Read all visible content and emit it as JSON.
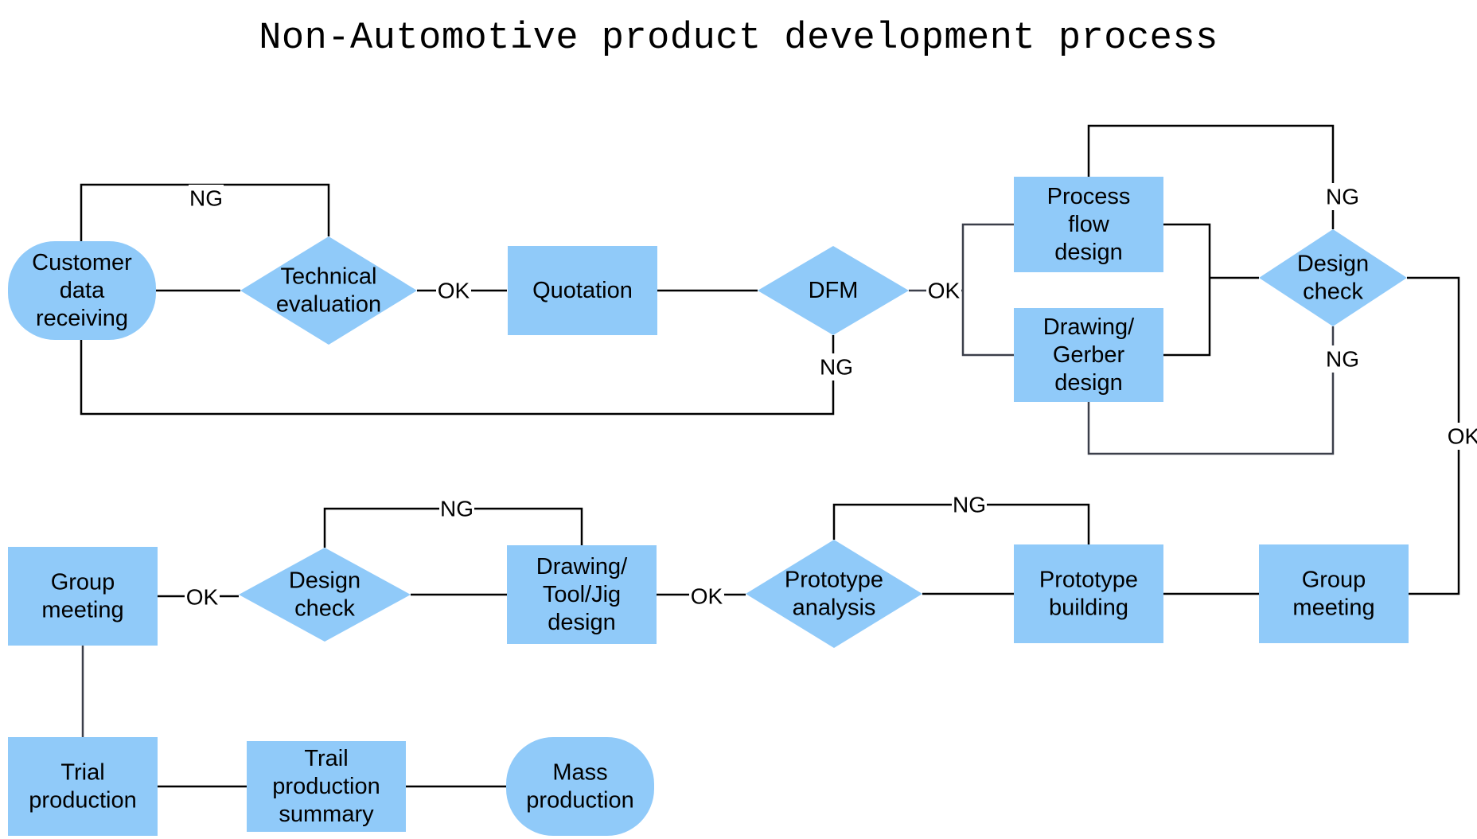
{
  "title": "Non-Automotive product development process",
  "colors": {
    "node_fill": "#90CAF9",
    "line": "#000000",
    "line_alt": "#3b3f4a"
  },
  "nodes": [
    {
      "id": "customer",
      "shape": "terminal",
      "lines": [
        "Customer",
        "data",
        "receiving"
      ]
    },
    {
      "id": "tech_eval",
      "shape": "decision",
      "lines": [
        "Technical",
        "evaluation"
      ]
    },
    {
      "id": "quotation",
      "shape": "process",
      "lines": [
        "Quotation"
      ]
    },
    {
      "id": "dfm",
      "shape": "decision",
      "lines": [
        "DFM"
      ]
    },
    {
      "id": "process_flow",
      "shape": "process",
      "lines": [
        "Process",
        "flow",
        "design"
      ]
    },
    {
      "id": "drawing_gerber",
      "shape": "process",
      "lines": [
        "Drawing/",
        "Gerber",
        "design"
      ]
    },
    {
      "id": "design_check_1",
      "shape": "decision",
      "lines": [
        "Design",
        "check"
      ]
    },
    {
      "id": "group_meeting_1",
      "shape": "process",
      "lines": [
        "Group",
        "meeting"
      ]
    },
    {
      "id": "prototype_building",
      "shape": "process",
      "lines": [
        "Prototype",
        "building"
      ]
    },
    {
      "id": "prototype_analysis",
      "shape": "decision",
      "lines": [
        "Prototype",
        "analysis"
      ]
    },
    {
      "id": "drawing_tool",
      "shape": "process",
      "lines": [
        "Drawing/",
        "Tool/Jig",
        "design"
      ]
    },
    {
      "id": "design_check_2",
      "shape": "decision",
      "lines": [
        "Design",
        "check"
      ]
    },
    {
      "id": "group_meeting_2",
      "shape": "process",
      "lines": [
        "Group",
        "meeting"
      ]
    },
    {
      "id": "trial_production",
      "shape": "process",
      "lines": [
        "Trial",
        "production"
      ]
    },
    {
      "id": "trail_summary",
      "shape": "process",
      "lines": [
        "Trail",
        "production",
        "summary"
      ]
    },
    {
      "id": "mass_production",
      "shape": "terminal",
      "lines": [
        "Mass",
        "production"
      ]
    }
  ],
  "edges": [
    {
      "id": "tech-eval-ng",
      "from": "tech_eval",
      "to": "customer",
      "label": "NG"
    },
    {
      "id": "tech-eval-ok",
      "from": "tech_eval",
      "to": "quotation",
      "label": "OK"
    },
    {
      "id": "customer-to-tech",
      "from": "customer",
      "to": "tech_eval",
      "label": ""
    },
    {
      "id": "quotation-to-dfm",
      "from": "quotation",
      "to": "dfm",
      "label": ""
    },
    {
      "id": "dfm-ng",
      "from": "dfm",
      "to": "customer",
      "label": "NG"
    },
    {
      "id": "dfm-ok",
      "from": "dfm",
      "to": "process_flow",
      "label": "OK"
    },
    {
      "id": "to-design-check-1",
      "from": "process_flow",
      "to": "design_check_1",
      "label": ""
    },
    {
      "id": "design-check-1-ng-top",
      "from": "design_check_1",
      "to": "process_flow",
      "label": "NG"
    },
    {
      "id": "design-check-1-ng-bottom",
      "from": "design_check_1",
      "to": "drawing_gerber",
      "label": "NG"
    },
    {
      "id": "design-check-1-ok",
      "from": "design_check_1",
      "to": "group_meeting_1",
      "label": "OK"
    },
    {
      "id": "group-to-building",
      "from": "group_meeting_1",
      "to": "prototype_building",
      "label": ""
    },
    {
      "id": "building-to-analysis",
      "from": "prototype_building",
      "to": "prototype_analysis",
      "label": ""
    },
    {
      "id": "analysis-ng",
      "from": "prototype_analysis",
      "to": "prototype_building",
      "label": "NG"
    },
    {
      "id": "analysis-ok",
      "from": "prototype_analysis",
      "to": "drawing_tool",
      "label": "OK"
    },
    {
      "id": "tool-to-check-2",
      "from": "drawing_tool",
      "to": "design_check_2",
      "label": ""
    },
    {
      "id": "design-check-2-ng",
      "from": "design_check_2",
      "to": "drawing_tool",
      "label": "NG"
    },
    {
      "id": "design-check-2-ok",
      "from": "design_check_2",
      "to": "group_meeting_2",
      "label": "OK"
    },
    {
      "id": "group-to-trial",
      "from": "group_meeting_2",
      "to": "trial_production",
      "label": ""
    },
    {
      "id": "trial-to-summary",
      "from": "trial_production",
      "to": "trail_summary",
      "label": ""
    },
    {
      "id": "summary-to-mass",
      "from": "trail_summary",
      "to": "mass_production",
      "label": ""
    }
  ]
}
